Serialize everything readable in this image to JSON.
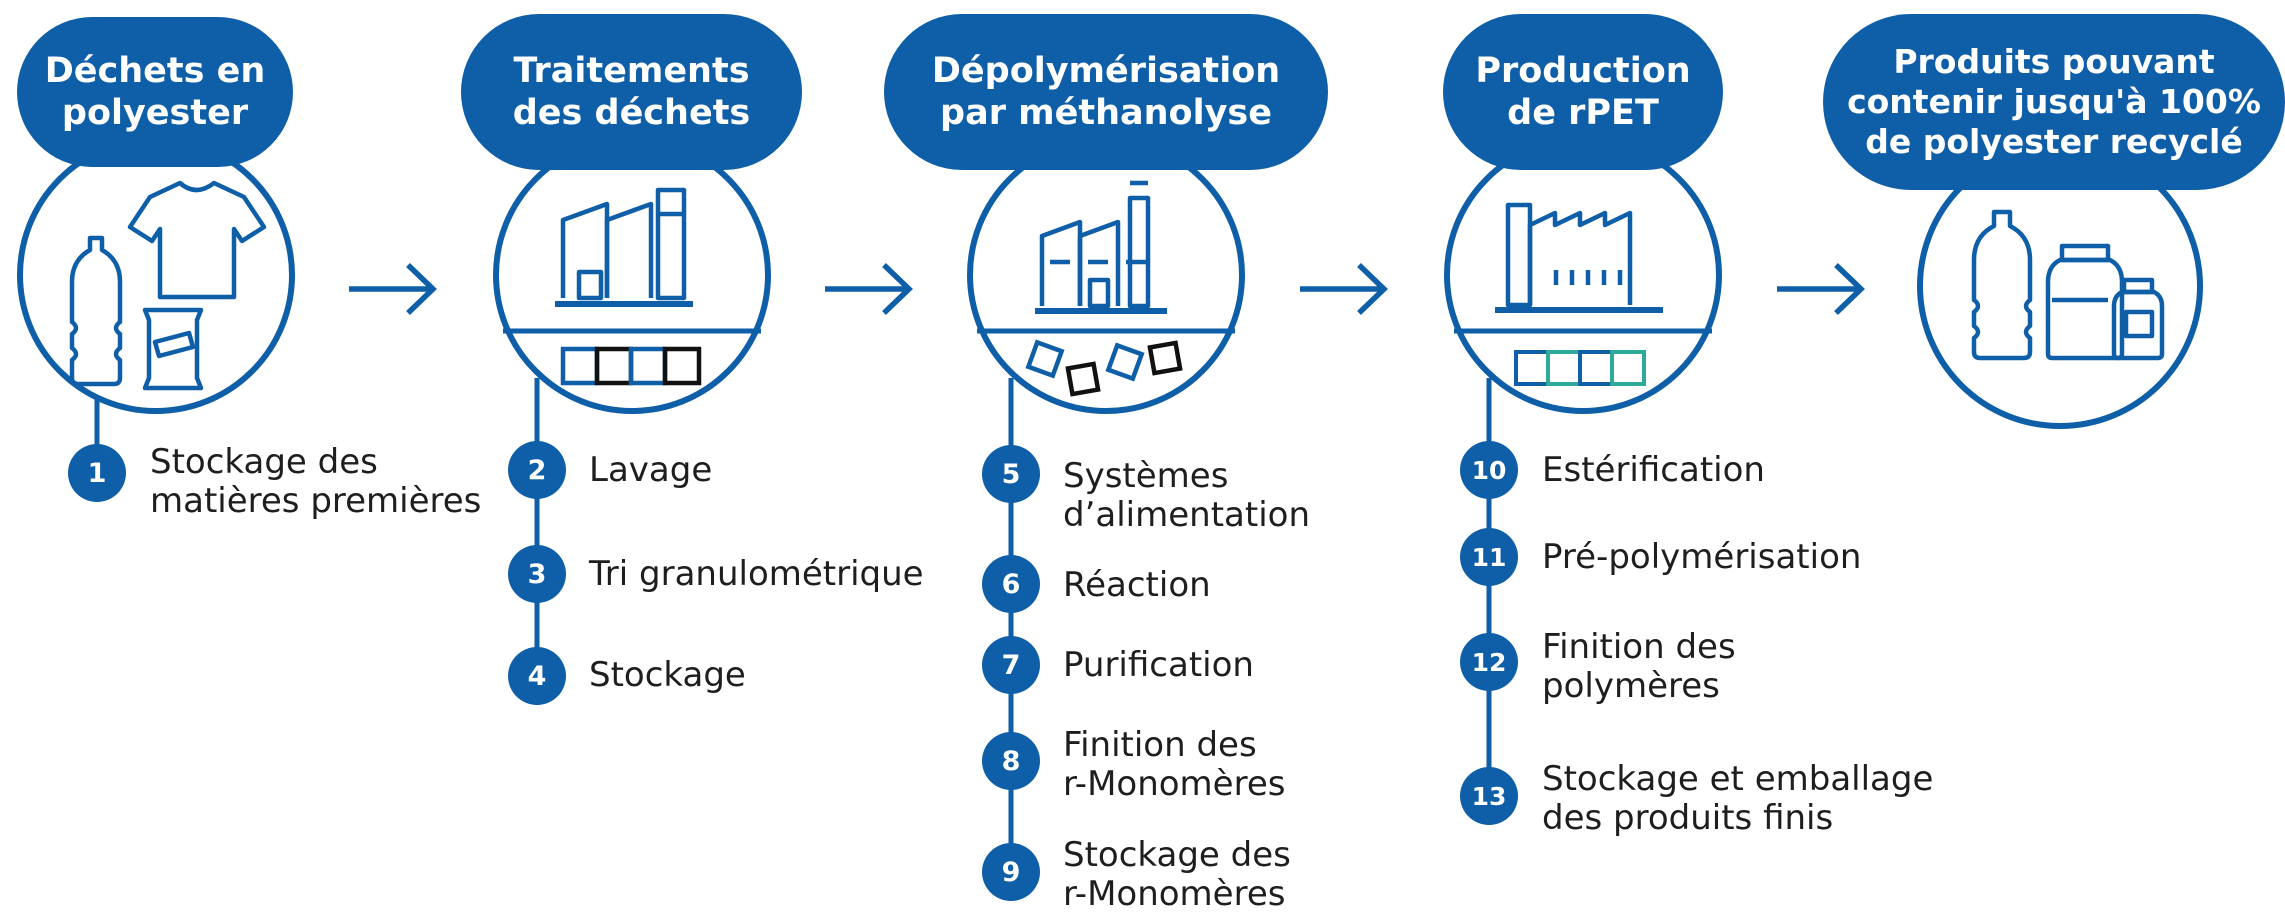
{
  "colors": {
    "primary": "#0E5EA8",
    "text": "#1e1e1e",
    "dark_square": "#111111",
    "teal_square": "#2EAA9B",
    "background": "#ffffff"
  },
  "stages": [
    {
      "id": "waste",
      "title_lines": [
        "Déchets en",
        "polyester"
      ],
      "icon": "bottle-tshirt-bag-icon"
    },
    {
      "id": "treatment",
      "title_lines": [
        "Traitements",
        "des déchets"
      ],
      "icon": "factory-icon"
    },
    {
      "id": "depolymerisation",
      "title_lines": [
        "Dépolymérisation",
        "par méthanolyse"
      ],
      "icon": "factory-icon"
    },
    {
      "id": "production",
      "title_lines": [
        "Production",
        "de rPET"
      ],
      "icon": "factory-sawtooth-icon"
    },
    {
      "id": "products",
      "title_lines": [
        "Produits pouvant",
        "contenir jusqu'à 100%",
        "de polyester recyclé"
      ],
      "icon": "bottle-jars-icon"
    }
  ],
  "steps": [
    {
      "num": "1",
      "lines": [
        "Stockage des",
        "matières premières"
      ]
    },
    {
      "num": "2",
      "lines": [
        "Lavage"
      ]
    },
    {
      "num": "3",
      "lines": [
        "Tri granulométrique"
      ]
    },
    {
      "num": "4",
      "lines": [
        "Stockage"
      ]
    },
    {
      "num": "5",
      "lines": [
        "Systèmes",
        "d’alimentation"
      ]
    },
    {
      "num": "6",
      "lines": [
        "Réaction"
      ]
    },
    {
      "num": "7",
      "lines": [
        "Purification"
      ]
    },
    {
      "num": "8",
      "lines": [
        "Finition des",
        "r-Monomères"
      ]
    },
    {
      "num": "9",
      "lines": [
        "Stockage des",
        "r-Monomères"
      ]
    },
    {
      "num": "10",
      "lines": [
        "Estérification"
      ]
    },
    {
      "num": "11",
      "lines": [
        "Pré-polymérisation"
      ]
    },
    {
      "num": "12",
      "lines": [
        "Finition des",
        "polymères"
      ]
    },
    {
      "num": "13",
      "lines": [
        "Stockage et emballage",
        "des produits finis"
      ]
    }
  ]
}
